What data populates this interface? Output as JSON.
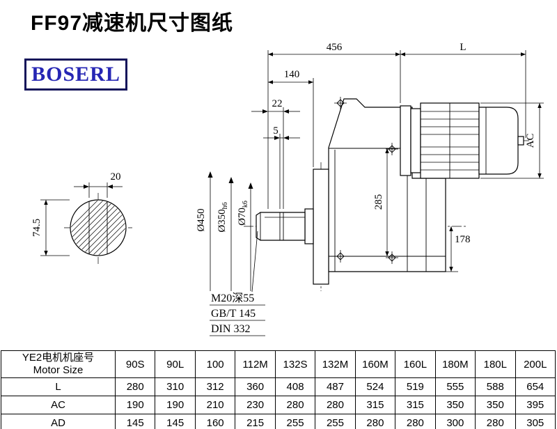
{
  "page": {
    "title": "FF97减速机尺寸图纸",
    "brand": "BOSERL"
  },
  "drawing": {
    "dims": {
      "overall_width": "456",
      "motor_length": "L",
      "dim_140": "140",
      "dim_22": "22",
      "dim_5": "5",
      "motor_od": "AC",
      "dim_285": "285",
      "dim_178": "178",
      "key_width": "20",
      "section_height": "74.5",
      "flange_dia": "Ø450",
      "spigot_dia": "Ø350",
      "spigot_tol": "h6",
      "shaft_dia": "Ø70",
      "shaft_tol": "k6"
    },
    "notes": {
      "tapped_hole": "M20深55",
      "standard_gb": "GB/T 145",
      "standard_din": "DIN 332"
    }
  },
  "table": {
    "header_cn": "YE2电机机座号",
    "header_en": "Motor Size",
    "columns": [
      "90S",
      "90L",
      "100",
      "112M",
      "132S",
      "132M",
      "160M",
      "160L",
      "180M",
      "180L",
      "200L"
    ],
    "rows": [
      {
        "label": "L",
        "values": [
          "280",
          "310",
          "312",
          "360",
          "408",
          "487",
          "524",
          "519",
          "555",
          "588",
          "654"
        ]
      },
      {
        "label": "AC",
        "values": [
          "190",
          "190",
          "210",
          "230",
          "280",
          "280",
          "315",
          "315",
          "350",
          "350",
          "395"
        ]
      },
      {
        "label": "AD",
        "values": [
          "145",
          "145",
          "160",
          "215",
          "255",
          "255",
          "280",
          "280",
          "300",
          "280",
          "305"
        ]
      }
    ]
  }
}
